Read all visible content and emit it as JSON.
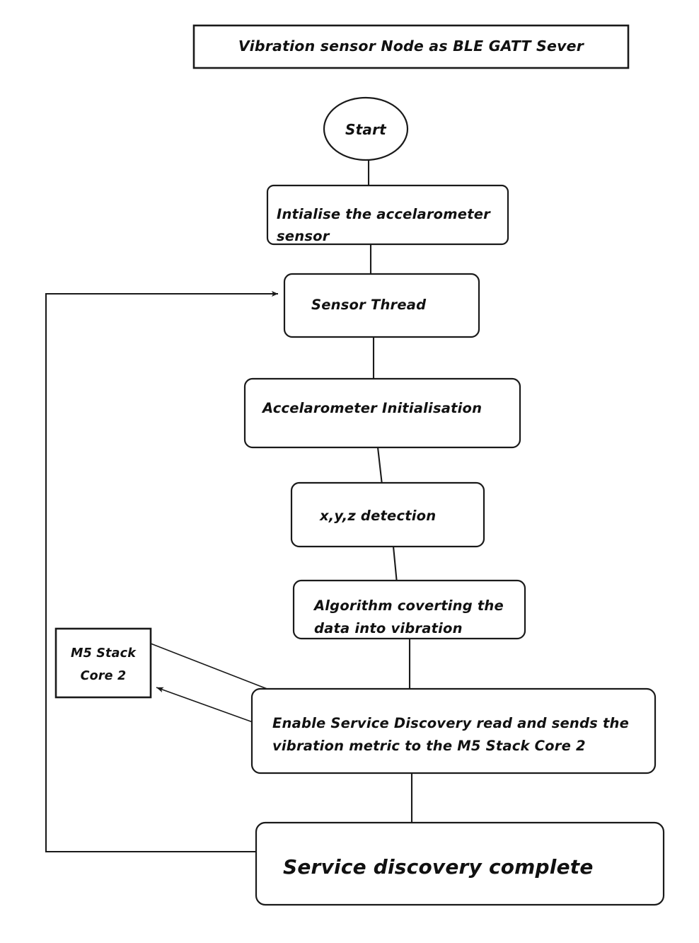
{
  "diagram": {
    "title": "Vibration sensor Node as BLE GATT Sever",
    "background_color": "#ffffff",
    "stroke_color": "#1a1a1a",
    "text_color": "#111111",
    "nodes": {
      "title_banner": {
        "label": "Vibration sensor Node as BLE GATT Sever",
        "shape": "rectangle"
      },
      "start": {
        "label": "Start",
        "shape": "ellipse"
      },
      "init_sensor": {
        "line1": "Intialise the accelarometer",
        "line2": "sensor",
        "shape": "rounded-rectangle"
      },
      "sensor_thread": {
        "label": "Sensor Thread",
        "shape": "rounded-rectangle"
      },
      "accel_init": {
        "label": "Accelarometer Initialisation",
        "shape": "rounded-rectangle"
      },
      "xyz_detection": {
        "label": "x,y,z detection",
        "shape": "rounded-rectangle"
      },
      "algorithm": {
        "line1": "Algorithm coverting the",
        "line2": "data into vibration",
        "shape": "rounded-rectangle"
      },
      "m5_stack": {
        "line1": "M5 Stack",
        "line2": "Core 2",
        "shape": "rectangle"
      },
      "service_discovery": {
        "line1": "Enable Service Discovery read and sends the",
        "line2": "vibration metric to the M5 Stack Core 2",
        "shape": "rounded-rectangle"
      },
      "complete": {
        "label": "Service discovery complete",
        "shape": "rounded-rectangle"
      }
    },
    "edges": [
      {
        "name": "start-to-init-sensor",
        "from": "start",
        "to": "init_sensor",
        "arrow": true
      },
      {
        "name": "init-sensor-to-sensor-thread",
        "from": "init_sensor",
        "to": "sensor_thread",
        "arrow": true
      },
      {
        "name": "sensor-thread-to-accel-init",
        "from": "sensor_thread",
        "to": "accel_init",
        "arrow": true
      },
      {
        "name": "accel-init-to-xyz",
        "from": "accel_init",
        "to": "xyz_detection",
        "arrow": true
      },
      {
        "name": "xyz-to-algorithm",
        "from": "xyz_detection",
        "to": "algorithm",
        "arrow": true
      },
      {
        "name": "algorithm-to-service-discovery",
        "from": "algorithm",
        "to": "service_discovery",
        "arrow": true
      },
      {
        "name": "service-discovery-to-complete",
        "from": "service_discovery",
        "to": "complete",
        "arrow": true
      },
      {
        "name": "service-discovery-to-m5-stack",
        "from": "service_discovery",
        "to": "m5_stack",
        "arrow": true
      },
      {
        "name": "m5-stack-to-service-discovery",
        "from": "m5_stack",
        "to": "service_discovery",
        "arrow": true
      },
      {
        "name": "complete-loop-back-to-sensor-thread",
        "from": "complete",
        "to": "sensor_thread",
        "arrow": true
      }
    ]
  }
}
